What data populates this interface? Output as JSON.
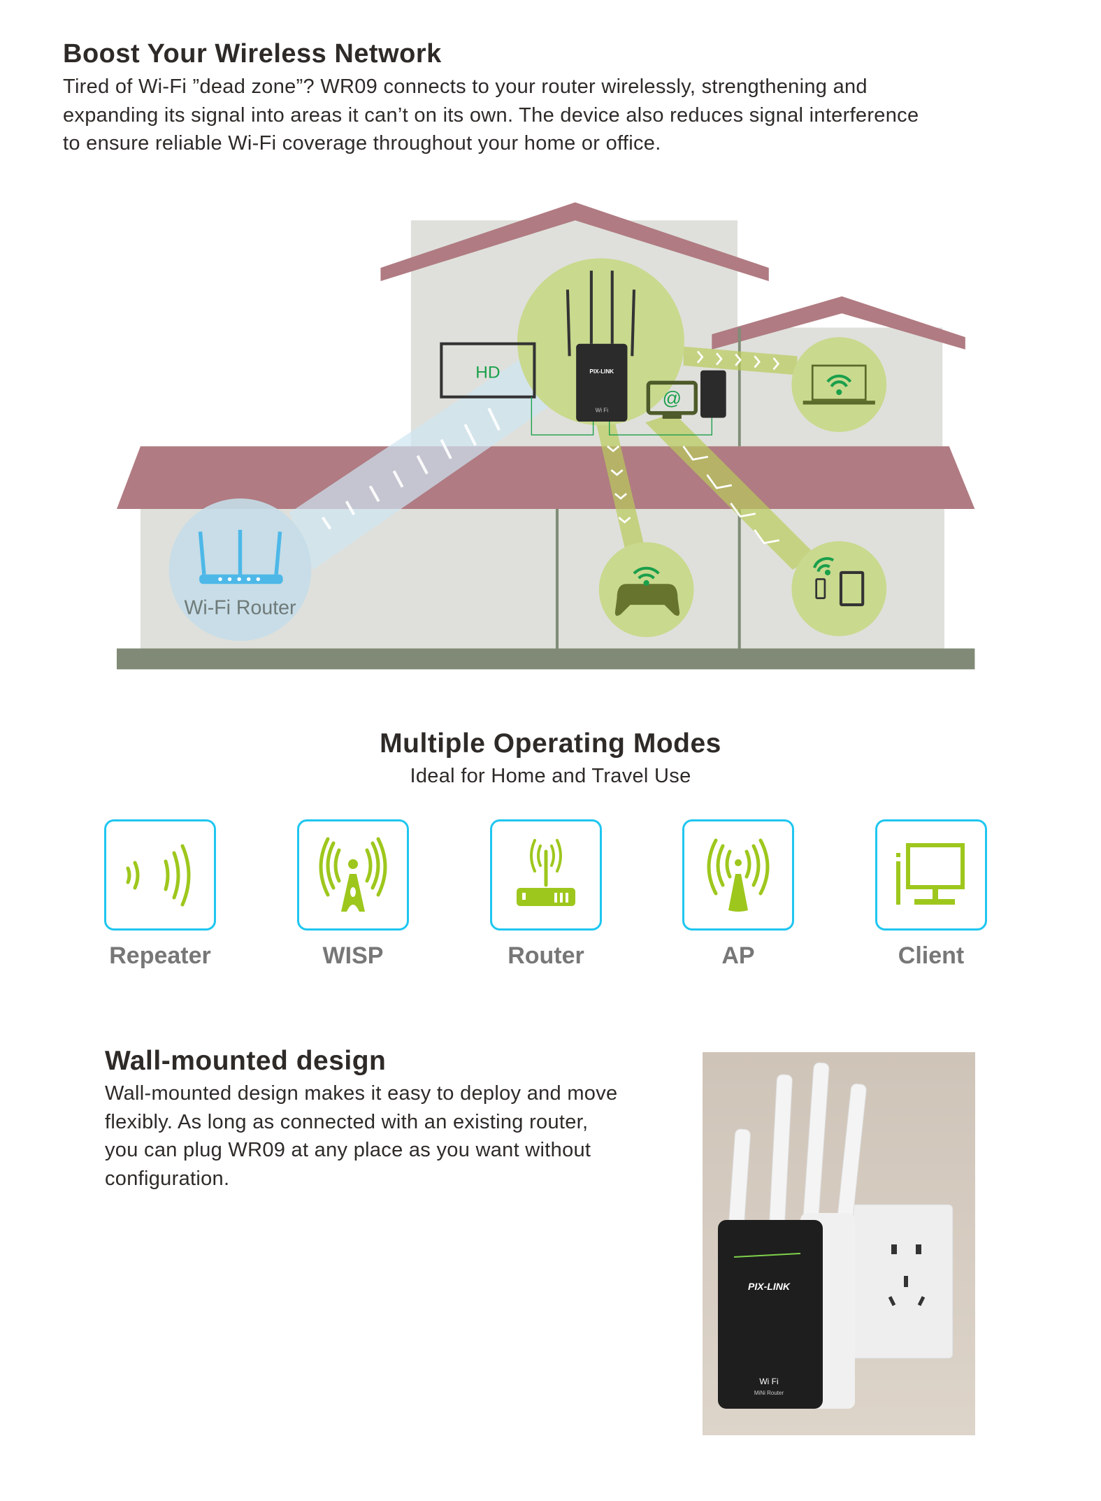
{
  "boost": {
    "title": "Boost Your Wireless Network",
    "lines": [
      "Tired of Wi-Fi ”dead zone”? WR09 connects to your router wirelessly, strengthening and",
      "expanding its signal into areas it can’t on its own. The device also reduces signal interference",
      "to ensure reliable Wi-Fi coverage throughout your home or office."
    ]
  },
  "diagram": {
    "router_label": "Wi-Fi Router",
    "tv_label": "HD",
    "device_brand": "PIX-LINK",
    "device_wifi": "Wi Fi",
    "computer_symbol": "@"
  },
  "modes": {
    "title": "Multiple Operating Modes",
    "subtitle": "Ideal for Home and Travel Use",
    "items": [
      {
        "label": "Repeater",
        "icon": "repeater-icon"
      },
      {
        "label": "WISP",
        "icon": "wisp-tower-icon"
      },
      {
        "label": "Router",
        "icon": "router-icon"
      },
      {
        "label": "AP",
        "icon": "access-point-icon"
      },
      {
        "label": "Client",
        "icon": "client-computer-icon"
      }
    ],
    "colors": {
      "border": "#1fc6f0",
      "icon": "#9ec71d"
    }
  },
  "wall": {
    "title": "Wall-mounted design",
    "lines": [
      "Wall-mounted design makes it easy to deploy and move",
      "flexibly. As long as connected with an existing router,",
      "you can plug WR09 at any place as you want without",
      "configuration."
    ],
    "photo_brand": "PIX-LINK",
    "photo_wifi": "Wi Fi",
    "photo_sub": "MiNi Router"
  },
  "colors": {
    "roof": "#b07b82",
    "wall": "#dfe0db",
    "ground": "#808a76",
    "green_zone": "#c9d98e",
    "router_zone": "#c5dde8",
    "accent_green": "#1a9f4b"
  }
}
